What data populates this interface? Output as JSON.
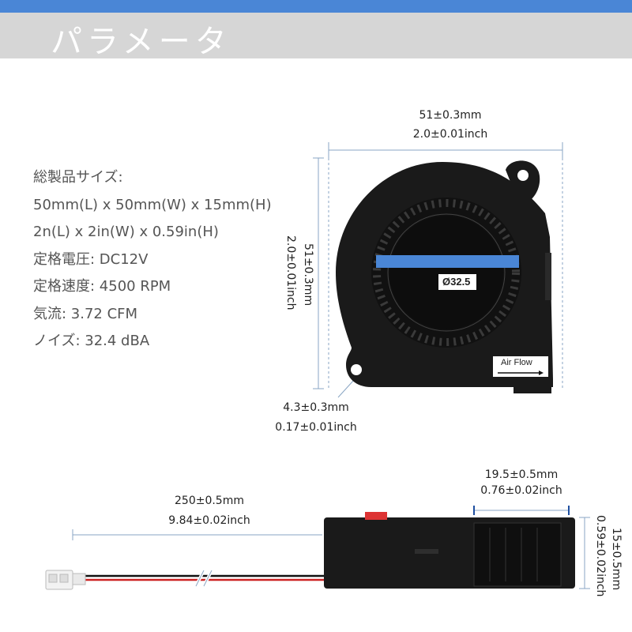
{
  "header": {
    "title": "パラメータ"
  },
  "specs": [
    "総製品サイズ:",
    "50mm(L) x 50mm(W) x 15mm(H)",
    "2n(L) x 2in(W) x 0.59in(H)",
    "定格電圧: DC12V",
    "定格速度: 4500 RPM",
    "気流: 3.72 CFM",
    "ノイズ: 32.4 dBA"
  ],
  "fan_top": {
    "width_mm": "51±0.3mm",
    "width_inch": "2.0±0.01inch",
    "height_mm": "51±0.3mm",
    "height_inch": "2.0±0.01inch",
    "hole_mm": "4.3±0.3mm",
    "hole_inch": "0.17±0.01inch",
    "diameter": "Ø32.5",
    "airflow_label": "Air Flow"
  },
  "fan_side": {
    "cable_mm": "250±0.5mm",
    "cable_inch": "9.84±0.02inch",
    "outlet_mm": "19.5±0.5mm",
    "outlet_inch": "0.76±0.02inch",
    "thickness_mm": "15±0.5mm",
    "thickness_inch": "0.59±0.02inch"
  },
  "colors": {
    "accent": "#4a86d6",
    "title_bar": "#d6d6d6",
    "fan_body": "#1a1a1a",
    "dim_line": "#8aa6c4"
  }
}
